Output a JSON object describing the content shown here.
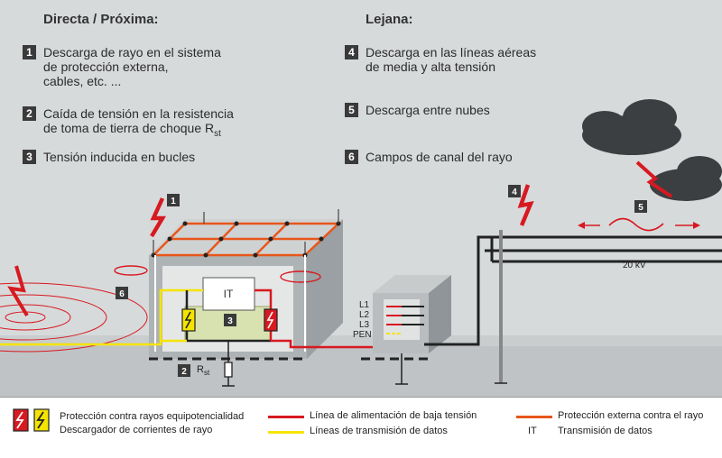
{
  "headings": {
    "near": "Directa / Próxima:",
    "far": "Lejana:"
  },
  "items": [
    {
      "num": "1",
      "text": "Descarga de rayo en el sistema\nde protección externa,\ncables, etc. ..."
    },
    {
      "num": "2",
      "text": "Caída de tensión en la resistencia\nde toma de tierra de choque R",
      "sub": "st"
    },
    {
      "num": "3",
      "text": "Tensión inducida en bucles"
    },
    {
      "num": "4",
      "text": "Descarga en las líneas aéreas\nde media y alta tensión"
    },
    {
      "num": "5",
      "text": "Descarga entre nubes"
    },
    {
      "num": "6",
      "text": "Campos de canal del rayo"
    }
  ],
  "diagram": {
    "markers": [
      "1",
      "2",
      "3",
      "4",
      "5",
      "6"
    ],
    "it_label": "IT",
    "rst_label": "R",
    "rst_sub": "st",
    "line_labels": [
      "L1",
      "L2",
      "L3",
      "PEN"
    ],
    "voltage": "20 kV"
  },
  "legend": {
    "symbol_line1": "Protección contra rayos equipotencialidad",
    "symbol_line2": "Descargador de corrientes de rayo",
    "power": "Línea de alimentación de baja tensión",
    "data": "Líneas de transmisión de datos",
    "external": "Protección externa contra el rayo",
    "it_abbr": "IT",
    "it_text": "Transmisión de datos"
  },
  "colors": {
    "red": "#d71920",
    "yellow": "#f5e400",
    "orange": "#e8561b",
    "dark": "#3a3a3a"
  }
}
